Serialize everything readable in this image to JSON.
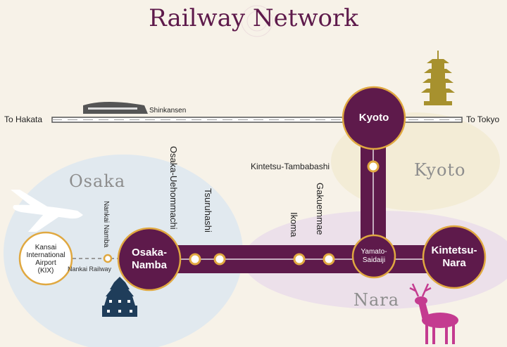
{
  "title": "Railway Network",
  "regions": {
    "osaka": "Osaka",
    "kyoto": "Kyoto",
    "nara": "Nara"
  },
  "shinkansen": {
    "west": "To Hakata",
    "east": "To Tokyo",
    "label": "Shinkansen"
  },
  "stations": {
    "kyoto": "Kyoto",
    "kintetsu_tambabashi": "Kintetsu-Tambabashi",
    "osaka_uehommachi": "Osaka-Uehommachi",
    "tsuruhashi": "Tsuruhashi",
    "ikoma": "Ikoma",
    "gakuemmae": "Gakuemmae",
    "nankai_namba": "Nankai Namba",
    "osaka_namba_1": "Osaka-",
    "osaka_namba_2": "Namba",
    "yamato_1": "Yamato-",
    "yamato_2": "Saidaiji",
    "kintetsu_nara_1": "Kintetsu-",
    "kintetsu_nara_2": "Nara"
  },
  "kix": {
    "l1": "Kansai",
    "l2": "International",
    "l3": "Airport",
    "l4": "(KIX)"
  },
  "nankai_railway": "Nankai Railway",
  "colors": {
    "line": "#5e1a4b",
    "accent": "#e0a840",
    "region_bg": "#e4ecf0"
  }
}
